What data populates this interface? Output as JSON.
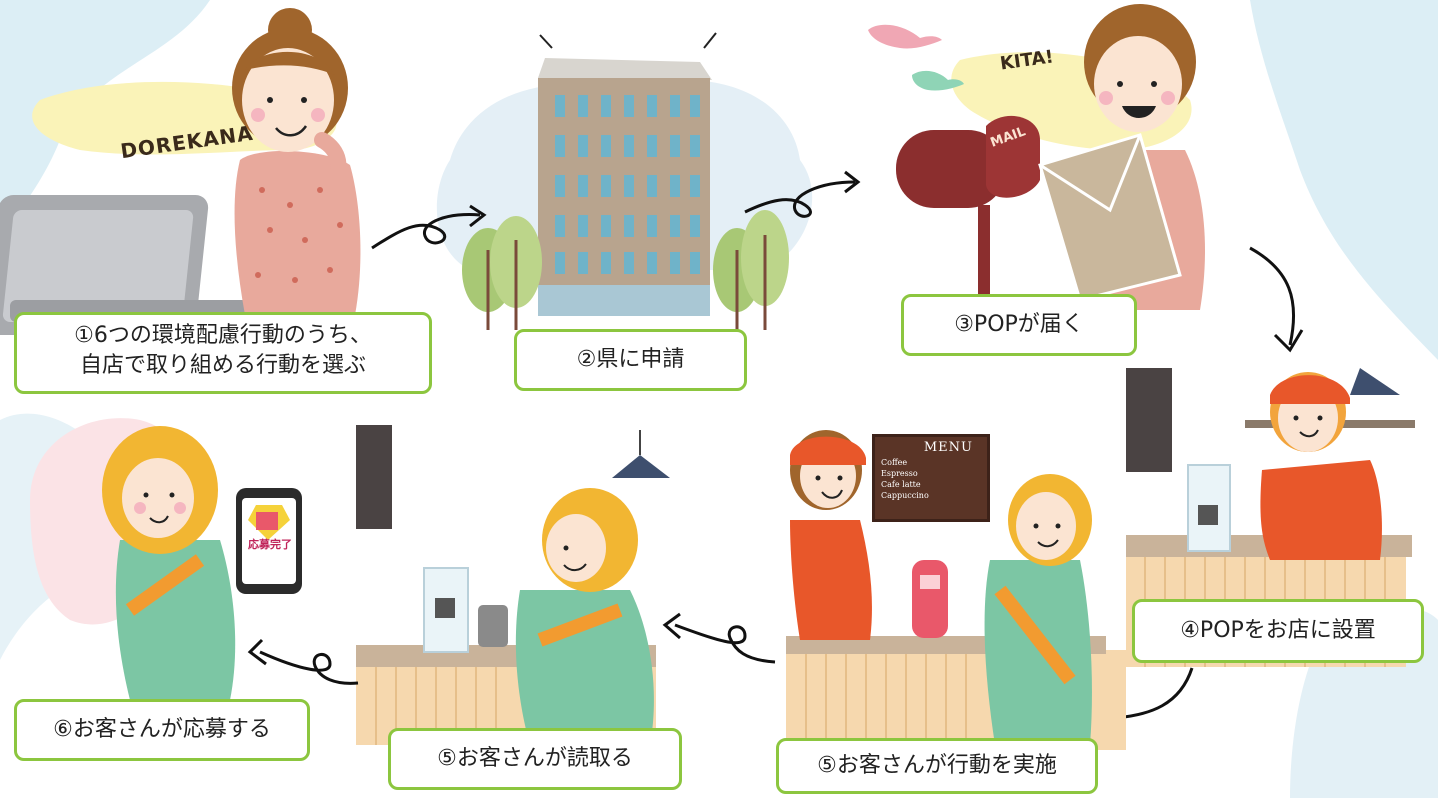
{
  "steps": [
    {
      "id": "step1",
      "lines": [
        "①6つの環境配慮行動のうち、",
        "自店で取り組める行動を選ぶ"
      ]
    },
    {
      "id": "step2",
      "lines": [
        "②県に申請"
      ]
    },
    {
      "id": "step3",
      "lines": [
        "③POPが届く"
      ]
    },
    {
      "id": "step4",
      "lines": [
        "④POPをお店に設置"
      ]
    },
    {
      "id": "step5a",
      "lines": [
        "⑤お客さんが行動を実施"
      ]
    },
    {
      "id": "step5b",
      "lines": [
        "⑤お客さんが読取る"
      ]
    },
    {
      "id": "step6",
      "lines": [
        "⑥お客さんが応募する"
      ]
    }
  ],
  "handwriting": {
    "dorekana": "DOREKANA",
    "kita": "KITA!",
    "mail": "MAIL"
  },
  "menu_board": {
    "title": "MENU",
    "items": [
      "Coffee",
      "Espresso",
      "Cafe latte",
      "Cappuccino"
    ]
  },
  "phone_screen": {
    "text": "応募完了"
  },
  "colors": {
    "box_border": "#8cc63f",
    "apron": "#e8572a",
    "shirt": "#e8a99c",
    "hoodie": "#7cc6a4",
    "hair_blonde": "#f2b632",
    "hair_brown": "#a0652c",
    "building": "#b8a48e",
    "window": "#6fb3c9"
  }
}
